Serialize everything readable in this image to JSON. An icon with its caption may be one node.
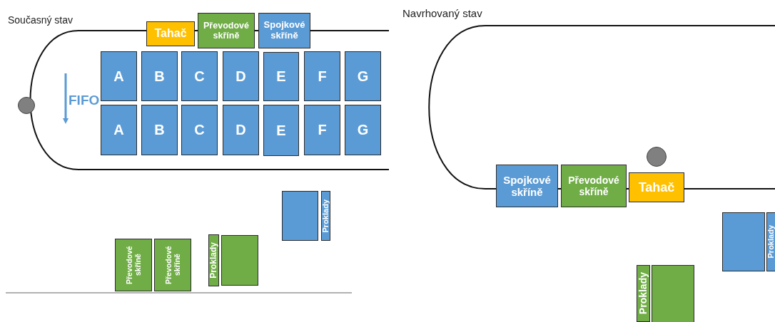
{
  "diagram": {
    "nodes": [
      {
        "text": [
          "Tahač"
        ]
      },
      {
        "text": [
          "Převodové skříně"
        ]
      },
      {
        "text": [
          "Spojkové skříně"
        ]
      },
      {
        "text": [],
        "shape": "circle"
      },
      {
        "text": [
          "A"
        ]
      },
      {
        "text": [
          "B"
        ]
      },
      {
        "text": [
          "C"
        ]
      },
      {
        "text": [
          "D"
        ]
      },
      {
        "text": [
          "E"
        ]
      },
      {
        "text": [
          "F"
        ]
      },
      {
        "text": [
          "G"
        ]
      },
      {
        "text": [
          "A"
        ]
      },
      {
        "text": [
          "B"
        ]
      },
      {
        "text": [
          "C"
        ]
      },
      {
        "text": [
          "D"
        ]
      },
      {
        "text": [
          "E"
        ]
      },
      {
        "text": [
          "F"
        ]
      },
      {
        "text": [
          "G"
        ]
      },
      {
        "text": [],
        "shape": "box"
      },
      {
        "text": [
          "Proklady"
        ]
      },
      {
        "text": [
          "Převodové skříně"
        ]
      },
      {
        "text": [
          "Převodové skříně"
        ]
      },
      {
        "text": [
          "Proklady"
        ]
      },
      {
        "text": [],
        "shape": "box"
      },
      {
        "text": [],
        "shape": "circle"
      },
      {
        "text": [
          "Spojkové skříně"
        ]
      },
      {
        "text": [
          "Převodové skříně"
        ]
      },
      {
        "text": [
          "Tahač"
        ]
      },
      {
        "text": [],
        "shape": "box"
      },
      {
        "text": [
          "Proklady"
        ]
      },
      {
        "text": [
          "Proklady"
        ]
      },
      {
        "text": [],
        "shape": "box"
      }
    ],
    "labels": [
      "Současný stav",
      "FIFO",
      "Navrhovaný stav"
    ]
  }
}
